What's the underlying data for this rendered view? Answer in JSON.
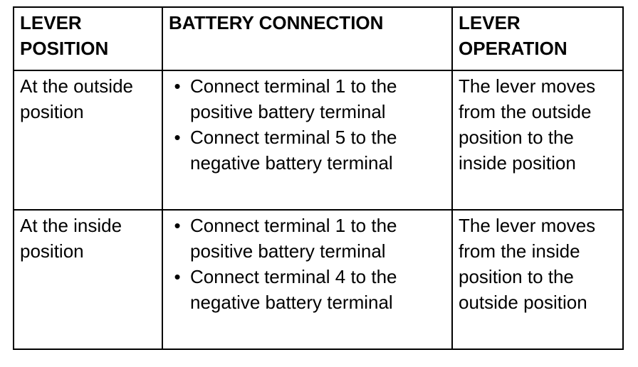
{
  "table": {
    "headers": [
      "LEVER POSITION",
      "BATTERY CONNECTION",
      "LEVER OPERATION"
    ],
    "rows": [
      {
        "position": "At the outside position",
        "connections": [
          "Connect terminal 1 to the positive battery terminal",
          "Connect terminal 5 to the negative battery terminal"
        ],
        "operation": "The lever moves from the outside position to the inside position"
      },
      {
        "position": "At the inside position",
        "connections": [
          "Connect terminal 1 to the positive battery terminal",
          "Connect terminal 4 to the negative battery terminal"
        ],
        "operation": "The lever moves from the inside position to the outside position"
      }
    ]
  },
  "icons": {
    "bullet": "bullet-dot-icon"
  }
}
